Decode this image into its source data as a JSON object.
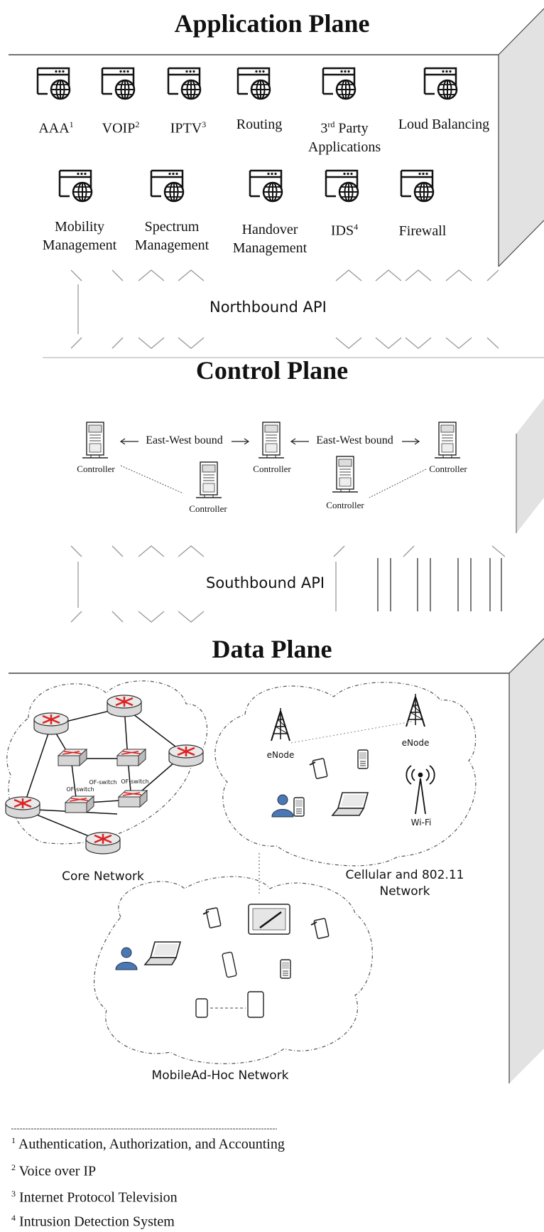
{
  "application_plane": {
    "title": "Application Plane",
    "apps_row1": [
      {
        "label": "AAA",
        "sup": "1"
      },
      {
        "label": "VOIP",
        "sup": "2"
      },
      {
        "label": "IPTV",
        "sup": "3"
      },
      {
        "label": "Routing",
        "sup": ""
      },
      {
        "label": "3rd Party Applications",
        "sup": ""
      },
      {
        "label": "Loud Balancing",
        "sup": ""
      }
    ],
    "apps_row2": [
      {
        "label": "Mobility Management",
        "sup": ""
      },
      {
        "label": "Spectrum Management",
        "sup": ""
      },
      {
        "label": "Handover Management",
        "sup": ""
      },
      {
        "label": "IDS",
        "sup": "4"
      },
      {
        "label": "Firewall",
        "sup": ""
      }
    ],
    "third_party": {
      "pre": "3",
      "sup": "rd",
      "post": " Party",
      "line2": "Applications"
    },
    "mobility": {
      "line1": "Mobility",
      "line2": "Management"
    },
    "spectrum": {
      "line1": "Spectrum",
      "line2": "Management"
    },
    "handover": {
      "line1": "Handover",
      "line2": "Management"
    }
  },
  "northbound_api": "Northbound API",
  "control_plane": {
    "title": "Control Plane",
    "controller_label": "Controller",
    "east_west_label": "East-West bound"
  },
  "southbound_api": "Southbound API",
  "data_plane": {
    "title": "Data Plane",
    "core_network": "Core Network",
    "cellular_network": {
      "line1": "Cellular and 802.11",
      "line2": "Network"
    },
    "manet": "MobileAd-Hoc Network",
    "enode_label": "eNode",
    "wifi_label": "Wi-Fi",
    "switch_labels": [
      "OF-switch",
      "OF-switch",
      "OF-switch"
    ]
  },
  "footnotes": [
    {
      "num": "1",
      "text": " Authentication, Authorization, and Accounting"
    },
    {
      "num": "2",
      "text": " Voice over IP"
    },
    {
      "num": "3",
      "text": " Internet Protocol Television"
    },
    {
      "num": "4",
      "text": " Intrusion Detection System"
    }
  ]
}
